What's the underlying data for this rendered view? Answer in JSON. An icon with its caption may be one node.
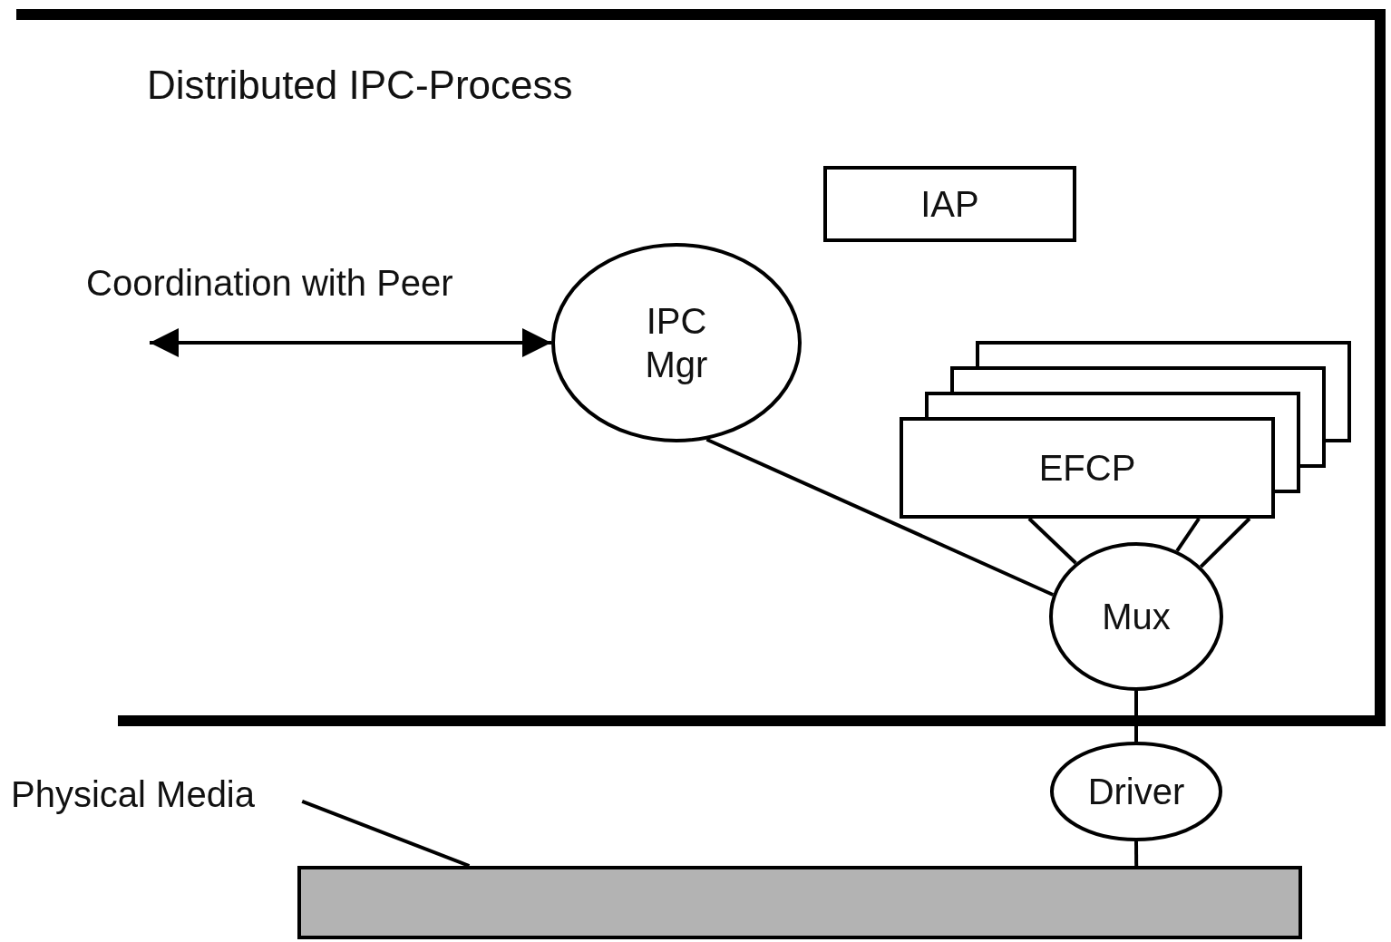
{
  "diagram": {
    "nodes": [
      {
        "text": [
          "Distributed IPC-Process"
        ]
      },
      {
        "text": [
          "IAP"
        ],
        "in": 0
      },
      {
        "text": [
          "IPC Mgr"
        ],
        "in": 0
      },
      {
        "text": [
          "EFCP"
        ],
        "in": 0
      },
      {
        "text": [
          "Mux"
        ],
        "in": 0
      },
      {
        "text": [
          "Driver"
        ]
      },
      {
        "text": [],
        "shape": "bar"
      },
      {
        "text": [
          "Physical Media"
        ]
      }
    ],
    "edges": [
      {
        "from": null,
        "to": 2,
        "arrow": "both",
        "label": "Coordination with Peer"
      },
      {
        "from": 2,
        "to": 4,
        "arrow": "none"
      },
      {
        "from": 3,
        "to": 4,
        "arrow": "none"
      },
      {
        "from": 3,
        "to": 4,
        "arrow": "none"
      },
      {
        "from": 3,
        "to": 4,
        "arrow": "none"
      },
      {
        "from": 4,
        "to": 5,
        "arrow": "none"
      },
      {
        "from": 5,
        "to": 6,
        "arrow": "none"
      },
      {
        "from": 7,
        "to": 6,
        "arrow": "none"
      }
    ]
  }
}
